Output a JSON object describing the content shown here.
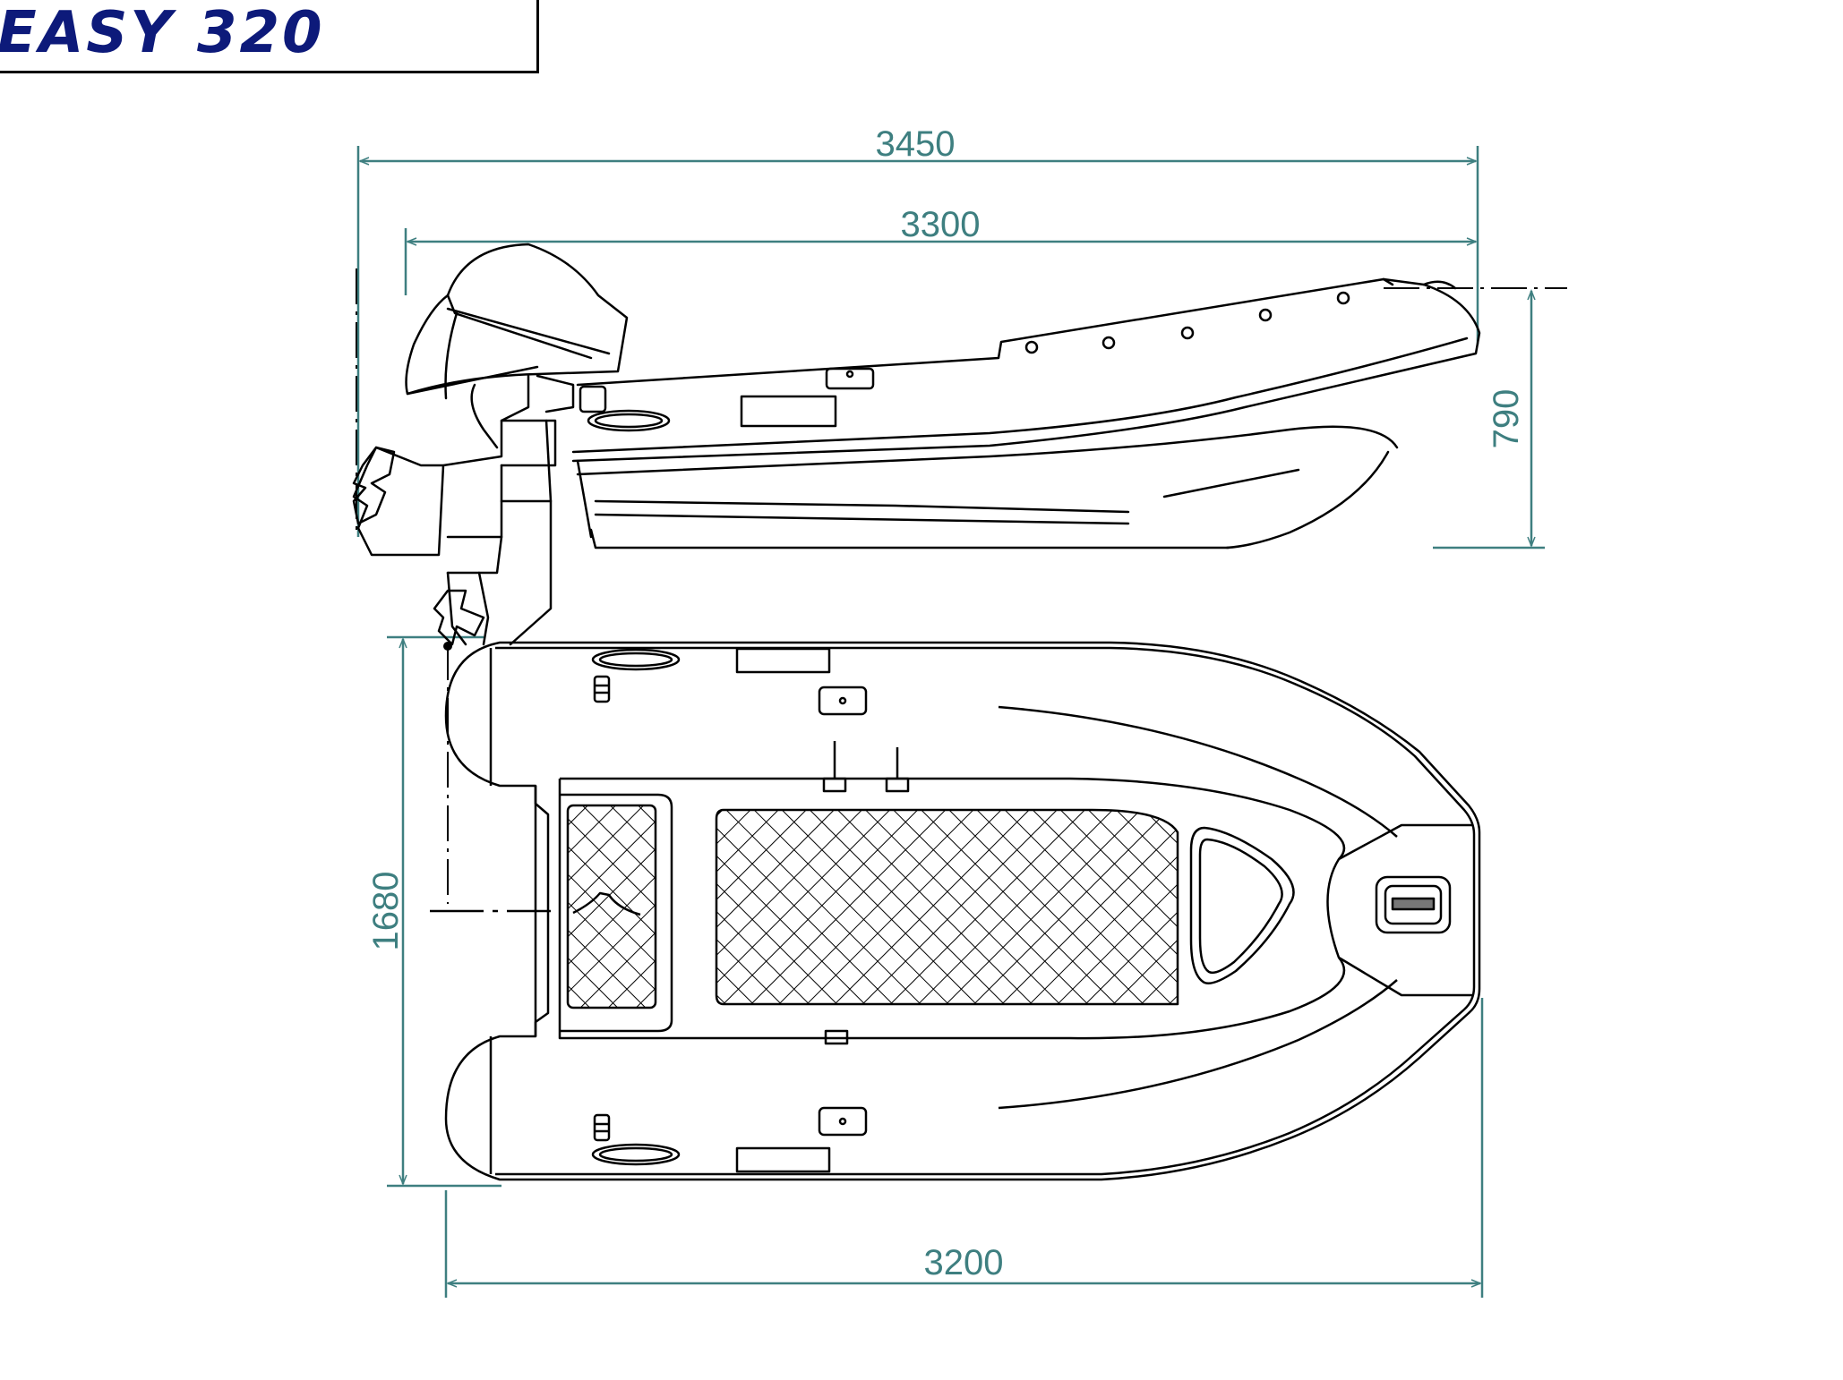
{
  "title": "EASY 320",
  "colors": {
    "title": "#0d1a7a",
    "dimension": "#3e7f80",
    "line": "#000000"
  },
  "dimensions": {
    "overall_length_with_motor": "3450",
    "overall_length": "3300",
    "height": "790",
    "beam": "1680",
    "hull_length": "3200"
  }
}
